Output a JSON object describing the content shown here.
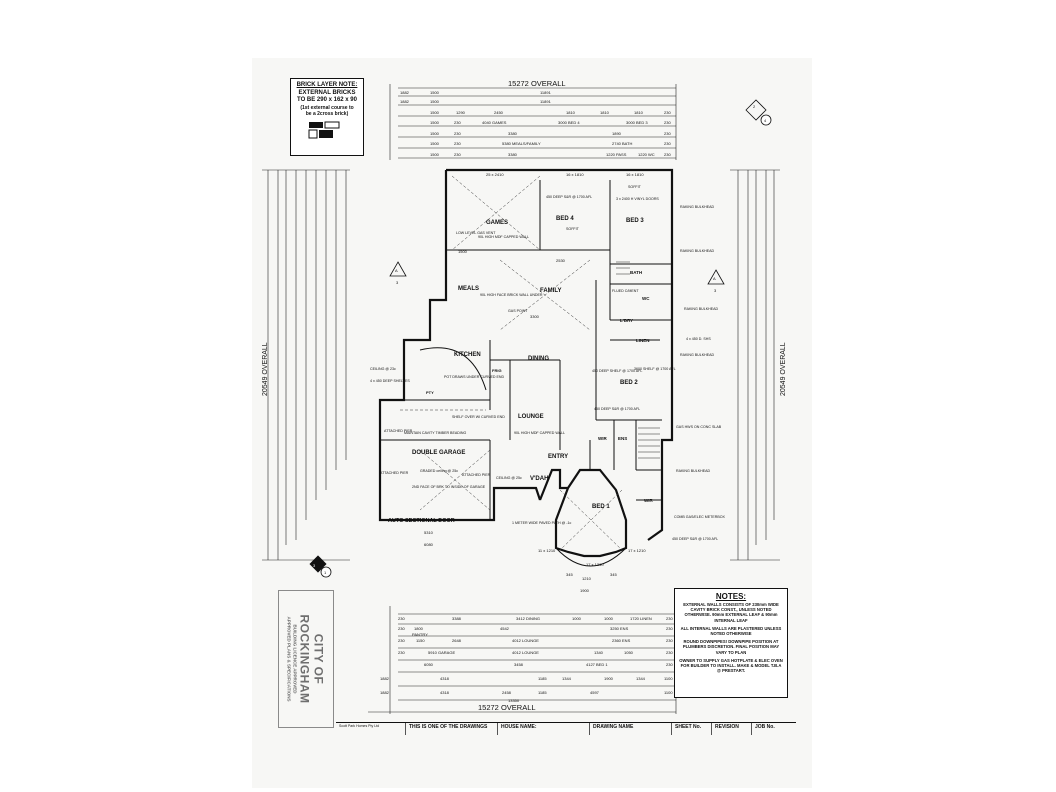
{
  "brick_note": {
    "title": "BRICK LAYER NOTE:",
    "line1": "EXTERNAL BRICKS",
    "line2": "TO BE 290 x 162 x 90",
    "line3": "(1st external course to",
    "line4": "be a 2cross brick)"
  },
  "overall": {
    "top": "15272 OVERALL",
    "bottom": "15272 OVERALL",
    "left": "20549 OVERALL",
    "right": "20549 OVERALL"
  },
  "section_markers": {
    "top_right_a": "2",
    "top_right_b": "4",
    "left_a": "A",
    "left_b": "3",
    "right_a": "A",
    "right_b": "3",
    "bottom_left_a": "3",
    "bottom_left_b": "1"
  },
  "rooms": {
    "games": "GAMES",
    "bed4": "BED 4",
    "bed3": "BED 3",
    "meals": "MEALS",
    "family": "FAMILY",
    "kitchen": "KITCHEN",
    "dining": "DINING",
    "lounge": "LOUNGE",
    "double_garage": "DOUBLE GARAGE",
    "bed1": "BED 1",
    "bed2": "BED 2",
    "entry": "ENTRY",
    "vdah": "V'DAH",
    "bath": "BATH",
    "wc": "WC",
    "ldry": "L'DRY",
    "linen": "LINEN",
    "wir_a": "WIR",
    "wir_b": "WIR",
    "ens": "ENS",
    "pty": "PTY",
    "frig": "FRIG"
  },
  "labels": {
    "raking_bulkhead_1": "RAKING BULKHEAD",
    "raking_bulkhead_2": "RAKING BULKHEAD",
    "raking_bulkhead_3": "RAKING BULKHEAD",
    "raking_bulkhead_4": "RAKING BULKHEAD",
    "raking_bulkhead_5": "RAKING BULKHEAD",
    "low_level_gas_vent": "LOW LEVEL GAS VENT",
    "capped_wall_games": "90L HIGH MDF CAPPED WALL",
    "brick_wall_under": "90L HIGH FACE BRICK WALL UNDER",
    "gas_point": "GAS POINT",
    "ceiling_23c": "CEILING @ 23c",
    "deep_shelves": "4 x 450 DEEP SHELVES",
    "pot_draws": "POT DRAWS UNDER CURVED END",
    "shelf_over": "SHELF OVER WI CURVED END",
    "capped_wall_lounge": "90L HIGH MDF CAPPED WALL",
    "maintain_cavity": "MAINTAIN CAVITY TIMBER BEADING",
    "attached_pier_1": "ATTACHED PIER",
    "attached_pier_2": "ATTACHED PIER",
    "attached_pier_3": "ATTACHED PIER",
    "graded_ceiling": "GRADED ceiling @ 25c",
    "face_of_brk": "2ND FACE OF BRK TO INSIDE OF GARAGE",
    "auto_door": "AUTO SECTIONAL DOOR",
    "ceiling_25c": "CEILING @ 25c",
    "wide_paved": "1 METER WIDE PAVED PATH @ -1c",
    "gas_hws": "GAS HWS ON CONC SLAB",
    "gas_elec_meterbox": "COMB GAS/ELEC METERBOX",
    "deep_shelf_bed1": "450 DEEP S&R @ 1700 AFL",
    "deep_shelf_bed2": "450 DEEP SHELF @ 1700 AFL",
    "deep_shelf_wir": "450 DEEP S&R @ 1700 AFL",
    "flued_cement": "FLUED C/MENT",
    "soffit_1": "SOFFIT",
    "soffit_2": "SOFFIT",
    "sr_bed4": "450 DEEP S&R @ 1700 AFL",
    "vinyl_doors": "3 x 2400 H VINYL DOORS",
    "linen_shelves": "4 x 450 D. SHS",
    "sr_bed2": "3600 SHELF @ 1700 AFL"
  },
  "notes": {
    "title": "NOTES:",
    "n1": "EXTERNAL WALLS CONSISTS OF 230mm WIDE CAVITY BRICK CONST., UNLESS NOTED OTHERWISE. 90mm EXTERNAL LEAF & 90mm INTERNAL LEAF",
    "n2": "ALL INTERNAL WALLS ARE PLASTERED UNLESS NOTED OTHERWISE",
    "n3": "ROUND DOWNPIPES! DOWNPIPE POSITION AT PLUMBERS DISCRETION. FINAL POSITION MAY VARY TO PLAN",
    "n4": "OWNER TO SUPPLY GAS HOTPLATE & ELEC OVEN FOR BUILDER TO INSTALL. MAKE & MODEL T.B.A @ PRESTART."
  },
  "stamp": {
    "city": "CITY OF ROCKINGHAM",
    "line1": "BUILDING LICENCE APPROVED",
    "line2": "APPROVED PLANS & SPECIFICATIONS"
  },
  "title_block": {
    "company": "Scott Park Homes Pty Ltd",
    "one_of": "THIS IS ONE OF THE DRAWINGS",
    "house_name": "HOUSE NAME:",
    "drawing_name": "DRAWING NAME",
    "sheet_no": "SHEET No.",
    "revision": "REVISION",
    "job_no": "JOB No."
  },
  "top_dims": {
    "row1": [
      "1882",
      "1500",
      "11891"
    ],
    "row2": [
      "1882",
      "1500",
      "11891"
    ],
    "row3": [
      "1500",
      "1290",
      "2450",
      "1810",
      "1810",
      "1810",
      "230"
    ],
    "row4": [
      "1500",
      "230",
      "4040 GAMES",
      "3000 BED 4",
      "3000 BED 3",
      "230"
    ],
    "row5": [
      "1500",
      "230",
      "3380",
      "1890",
      "230"
    ],
    "row6": [
      "1500",
      "230",
      "5380 MEALS/FAMILY",
      "2740 BATH",
      "230"
    ],
    "row7": [
      "1500",
      "230",
      "3380",
      "1220 PASS",
      "1220 WC",
      "230"
    ]
  },
  "bottom_dims": {
    "row1": [
      "230",
      "3388",
      "3412 DINING",
      "1000",
      "1000",
      "1720 LINEN",
      "230"
    ],
    "row2": [
      "230",
      "1800",
      "4542",
      "3250 ENS",
      "230"
    ],
    "row3": [
      "230",
      "PANTRY",
      "1150",
      "2648",
      "4012 LOUNGE",
      "2360 ENS",
      "230"
    ],
    "row4": [
      "230",
      "5910 GARAGE",
      "4012 LOUNGE",
      "1340",
      "1050",
      "230"
    ],
    "row5": [
      "6050",
      "3458",
      "4127 BED 1",
      "230"
    ],
    "row6": [
      "1882",
      "4318",
      "1185",
      "1344",
      "1900",
      "1344",
      "1100"
    ],
    "row7": [
      "1882",
      "4318",
      "2458",
      "1185",
      "4597",
      "1100"
    ],
    "row8": [
      "13350"
    ]
  },
  "plan_dims": {
    "top_window_1": "25 x 2410",
    "top_window_2": "16 x 1810",
    "top_window_3": "16 x 1810",
    "d2530": "2530",
    "d1500": "1500",
    "d3300": "3300",
    "d5310": "5310",
    "d6080": "6080",
    "d1210": "1210",
    "d1900": "1900",
    "d345a": "345",
    "d345b": "345",
    "d17x1210": "17 x 1210",
    "d17x1210b": "17 x 1210",
    "d11x1210": "11 x 1210"
  }
}
